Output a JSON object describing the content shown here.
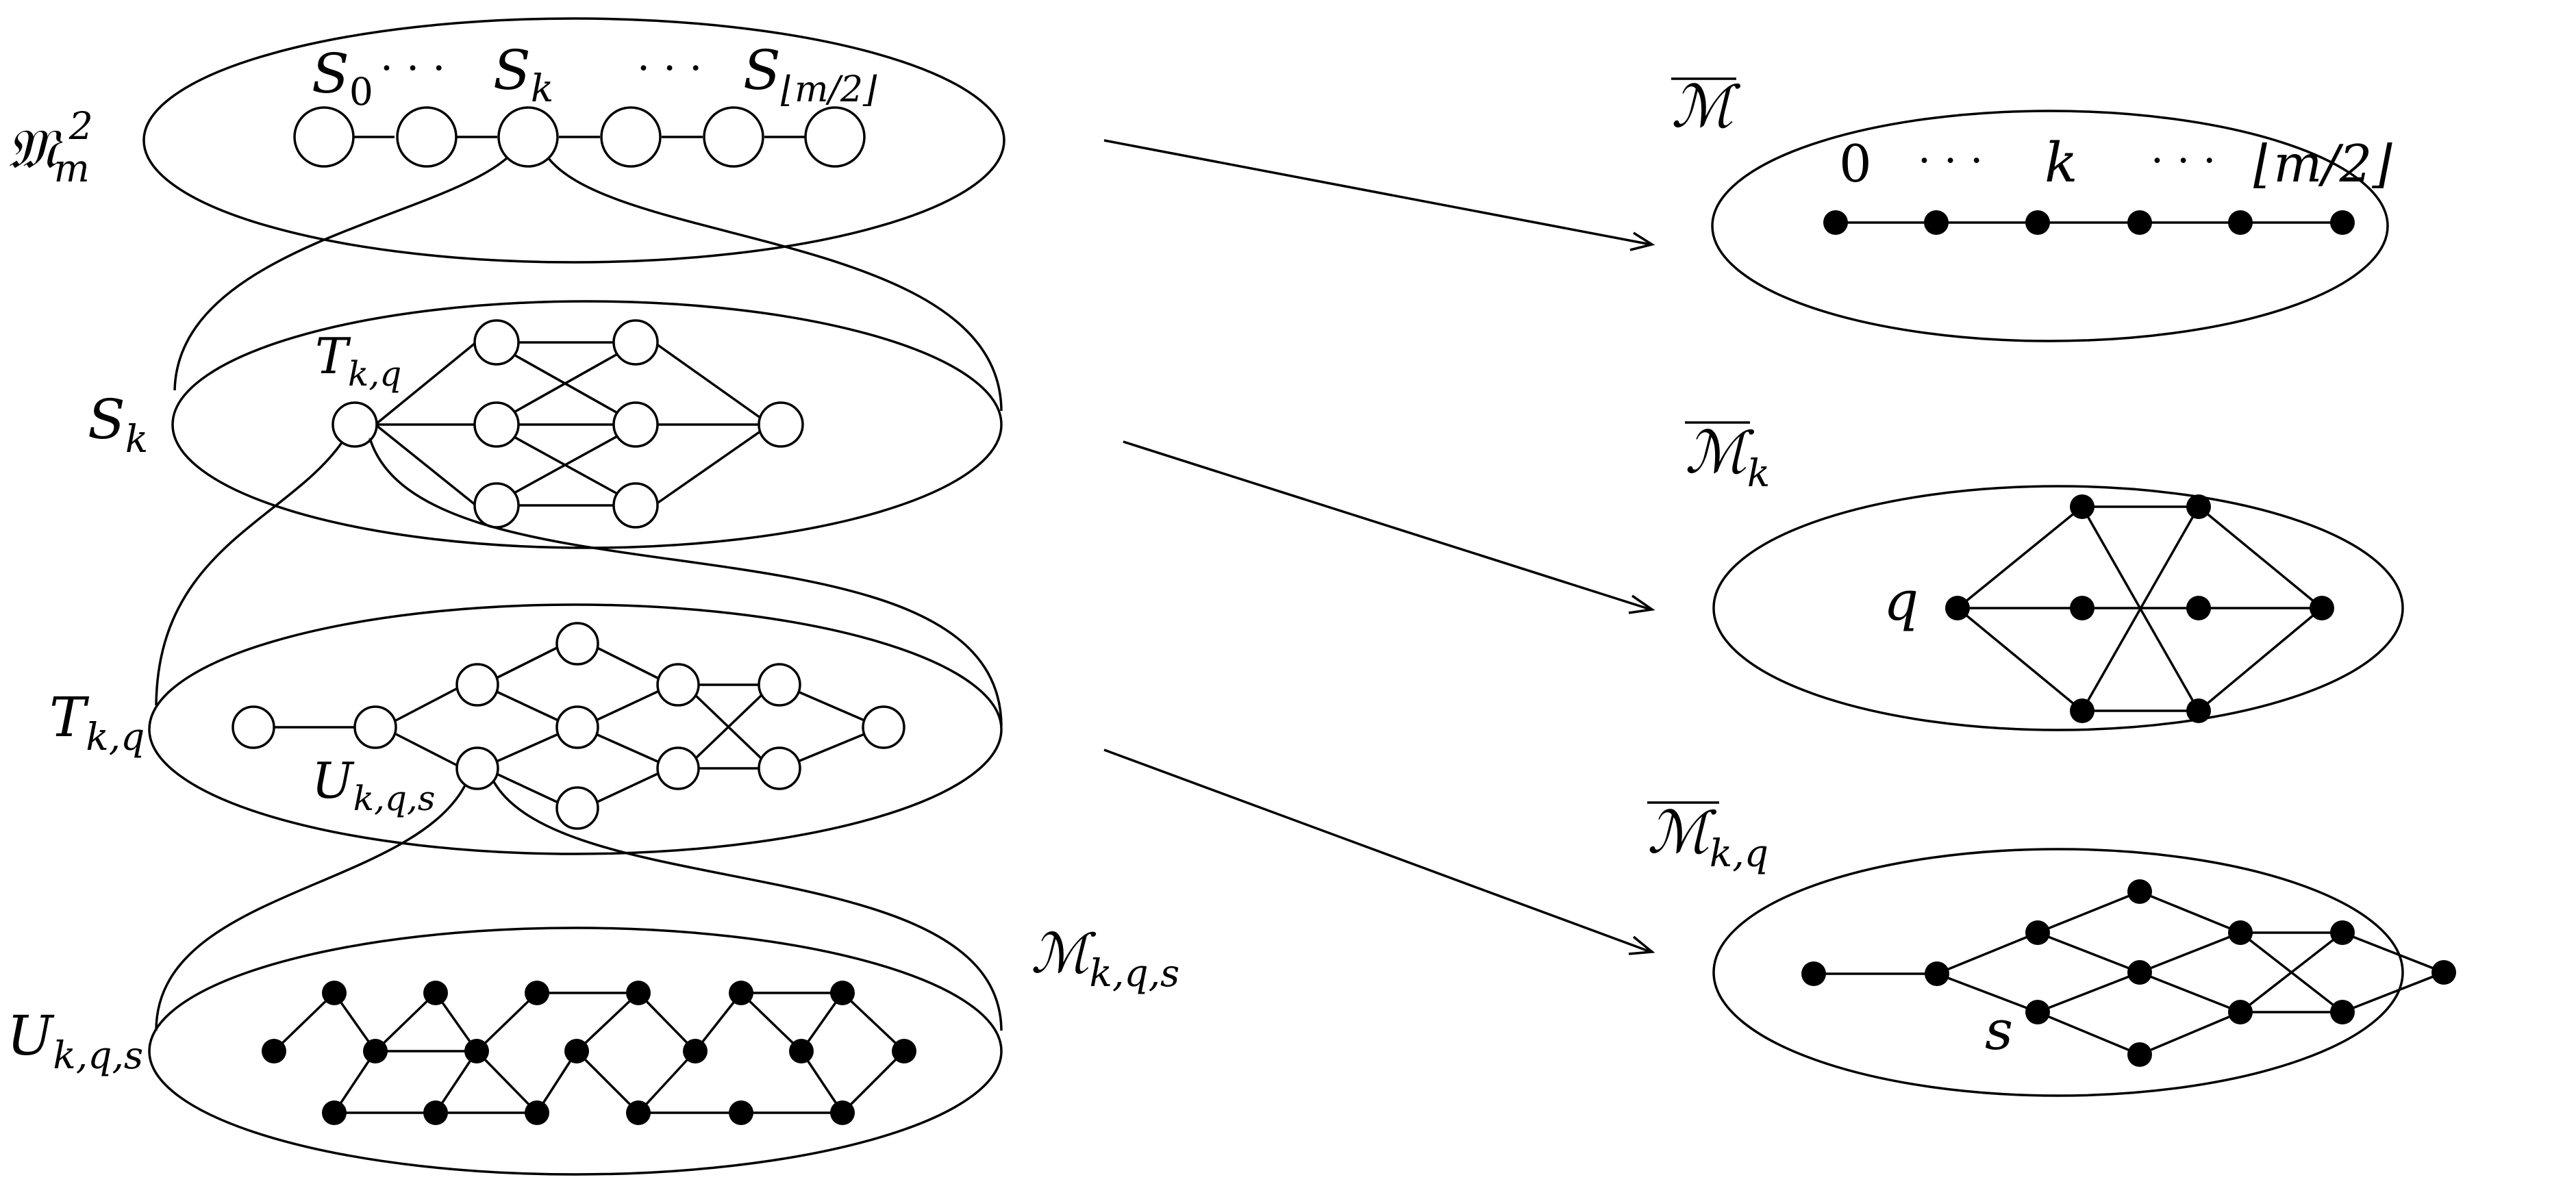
{
  "left_stack": {
    "labels": {
      "m2m": "𝔐",
      "m2m_sup": "2",
      "m2m_sub": "m",
      "sk": "S",
      "sk_sub": "k",
      "tkq": "T",
      "tkq_sub": "k,q",
      "ukqs": "U",
      "ukqs_sub": "k,q,s",
      "mkqs": "ℳ",
      "mkqs_sub": "k,q,s"
    },
    "top_labels": {
      "s0": "S",
      "s0_sub": "0",
      "dots1": "· · ·",
      "sk": "S",
      "sk_sub": "k",
      "dots2": "· · ·",
      "slast": "S",
      "slast_sub": "⌊m/2⌋"
    },
    "inner_labels": {
      "tkq": "T",
      "tkq_sub": "k,q",
      "ukqs": "U",
      "ukqs_sub": "k,q,s"
    }
  },
  "right_stack": {
    "m_bar": "ℳ",
    "m_bar_k": "ℳ",
    "m_bar_k_sub": "k",
    "m_bar_kq": "ℳ",
    "m_bar_kq_sub": "k,q",
    "path_labels": {
      "zero": "0",
      "dots1": "· · ·",
      "k": "k",
      "dots2": "· · ·",
      "last": "⌊m/2⌋"
    },
    "q_label": "q",
    "s_label": "s"
  }
}
